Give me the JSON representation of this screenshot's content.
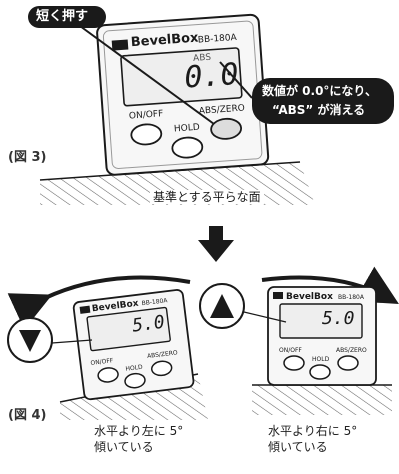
{
  "callouts": {
    "press_short": "短く押す",
    "result_line1": "数値が 0.0°になり、",
    "result_line2": "“ABS” が消える"
  },
  "figure_labels": {
    "fig3": "(図 3)",
    "fig4": "(図 4)"
  },
  "surface_label": "基準とする平らな面",
  "device": {
    "brand": "BevelBox",
    "model": "BB-180A",
    "abs_indicator": "ABS",
    "buttons": {
      "on_off": "ON/OFF",
      "hold": "HOLD",
      "abs_zero": "ABS/ZERO"
    }
  },
  "displays": {
    "fig3_value": "0.0",
    "left_value": "5.0",
    "right_value": "5.0"
  },
  "captions": {
    "left": [
      "水平より左に 5°",
      "傾いている"
    ],
    "right": [
      "水平より右に 5°",
      "傾いている"
    ]
  },
  "colors": {
    "callout_bg": "#1a1a1a",
    "callout_text": "#ffffff",
    "line": "#1a1a1a",
    "hatch": "#555555"
  }
}
